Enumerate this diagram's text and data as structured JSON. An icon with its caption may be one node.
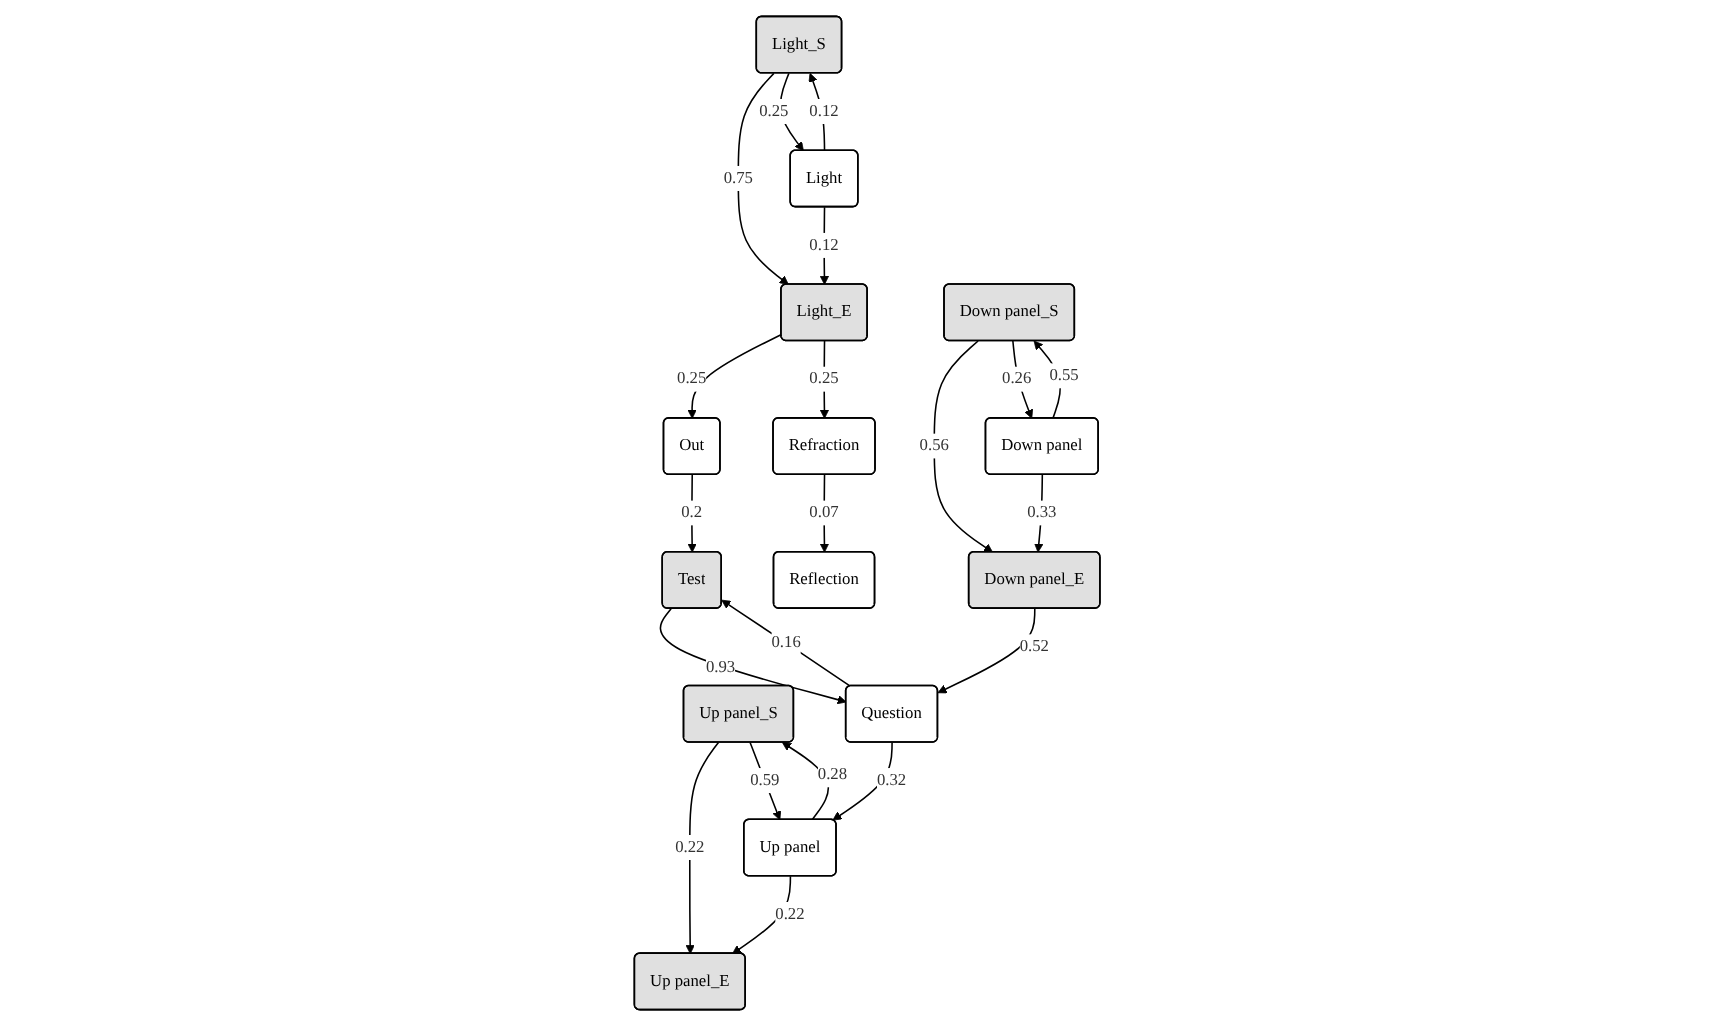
{
  "diagram": {
    "nodes": [
      {
        "text": [
          "Up panel_S"
        ]
      },
      {
        "text": [
          "Light_E"
        ]
      },
      {
        "text": [
          "Light_S"
        ]
      },
      {
        "text": [
          "Up panel_E"
        ]
      },
      {
        "text": [
          "Up panel"
        ]
      },
      {
        "text": [
          "Light"
        ]
      },
      {
        "text": [
          "Reflection"
        ]
      },
      {
        "text": [
          "Down panel_S"
        ]
      },
      {
        "text": [
          "Question"
        ]
      },
      {
        "text": [
          "Test"
        ]
      },
      {
        "text": [
          "Down panel_E"
        ]
      },
      {
        "text": [
          "Down panel"
        ]
      },
      {
        "text": [
          "Out"
        ]
      },
      {
        "text": [
          "Refraction"
        ]
      }
    ],
    "edges": [
      {
        "from": 1,
        "to": 12,
        "arrow": "to",
        "label": "0.25"
      },
      {
        "from": 1,
        "to": 13,
        "arrow": "to",
        "label": "0.25"
      },
      {
        "from": 0,
        "to": 3,
        "arrow": "to",
        "label": "0.22"
      },
      {
        "from": 4,
        "to": 0,
        "arrow": "to",
        "label": "0.28"
      },
      {
        "from": 0,
        "to": 4,
        "arrow": "to",
        "label": "0.59"
      },
      {
        "from": 4,
        "to": 3,
        "arrow": "to",
        "label": "0.22"
      },
      {
        "from": 2,
        "to": 1,
        "arrow": "to",
        "label": "0.75"
      },
      {
        "from": 5,
        "to": 1,
        "arrow": "to",
        "label": "0.12"
      },
      {
        "from": 5,
        "to": 2,
        "arrow": "to",
        "label": "0.12"
      },
      {
        "from": 2,
        "to": 5,
        "arrow": "to",
        "label": "0.25"
      },
      {
        "from": 8,
        "to": 4,
        "arrow": "to",
        "label": "0.32"
      },
      {
        "from": 8,
        "to": 9,
        "arrow": "to",
        "label": "0.16"
      },
      {
        "from": 9,
        "to": 8,
        "arrow": "to",
        "label": "0.93"
      },
      {
        "from": 12,
        "to": 9,
        "arrow": "to",
        "label": "0.2"
      },
      {
        "from": 13,
        "to": 6,
        "arrow": "to",
        "label": "0.07"
      },
      {
        "from": 7,
        "to": 10,
        "arrow": "to",
        "label": "0.56"
      },
      {
        "from": 10,
        "to": 8,
        "arrow": "to",
        "label": "0.52"
      },
      {
        "from": 11,
        "to": 7,
        "arrow": "to",
        "label": "0.55"
      },
      {
        "from": 7,
        "to": 11,
        "arrow": "to",
        "label": "0.26"
      },
      {
        "from": 11,
        "to": 10,
        "arrow": "to",
        "label": "0.33"
      }
    ]
  }
}
